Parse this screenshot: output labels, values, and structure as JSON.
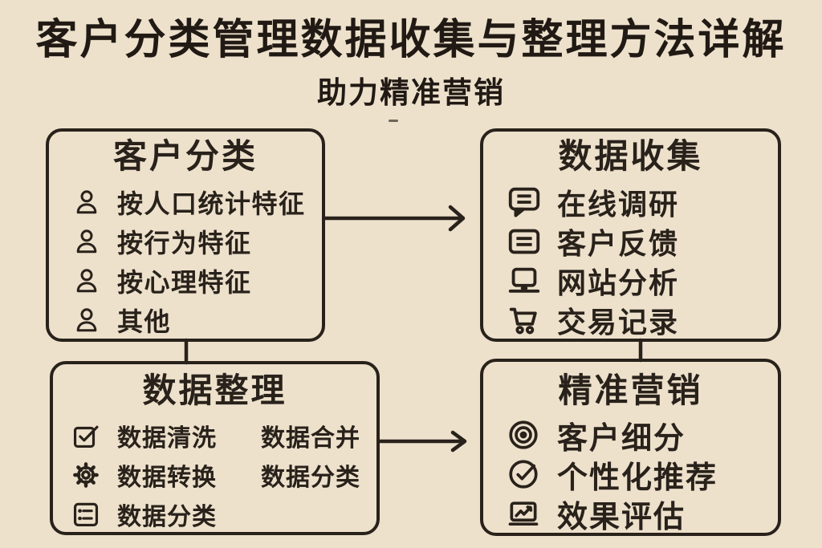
{
  "colors": {
    "background": "#EDE1CC",
    "ink": "#29221B"
  },
  "header": {
    "title": "客户分类管理数据收集与整理方法详解",
    "subtitle": "助力精准营销"
  },
  "boxes": {
    "customer_classification": {
      "title": "客户分类",
      "items": [
        {
          "icon": "person-icon",
          "label": "按人口统计特征"
        },
        {
          "icon": "person-icon",
          "label": "按行为特征"
        },
        {
          "icon": "person-icon",
          "label": "按心理特征"
        },
        {
          "icon": "person-icon",
          "label": "其他"
        }
      ]
    },
    "data_collection": {
      "title": "数据收集",
      "items": [
        {
          "icon": "chat-bubble-icon",
          "label": "在线调研"
        },
        {
          "icon": "feedback-list-icon",
          "label": "客户反馈"
        },
        {
          "icon": "laptop-icon",
          "label": "网站分析"
        },
        {
          "icon": "shopping-cart-icon",
          "label": "交易记录"
        }
      ]
    },
    "data_organization": {
      "title": "数据整理",
      "rows": [
        {
          "icon": "checkbox-check-icon",
          "label": "数据清洗",
          "label2": "数据合并"
        },
        {
          "icon": "gear-icon",
          "label": "数据转换",
          "label2": "数据分类"
        },
        {
          "icon": "list-icon",
          "label": "数据分类",
          "label2": ""
        }
      ]
    },
    "precision_marketing": {
      "title": "精准营销",
      "items": [
        {
          "icon": "target-icon",
          "label": "客户细分"
        },
        {
          "icon": "check-circle-icon",
          "label": "个性化推荐"
        },
        {
          "icon": "trend-chart-icon",
          "label": "效果评估"
        }
      ]
    }
  },
  "connectors": [
    {
      "name": "arrow-classification-to-collection",
      "type": "arrow-right"
    },
    {
      "name": "line-classification-to-organization",
      "type": "line-down"
    },
    {
      "name": "line-collection-to-marketing",
      "type": "line-down"
    },
    {
      "name": "arrow-organization-to-marketing",
      "type": "arrow-right"
    }
  ]
}
